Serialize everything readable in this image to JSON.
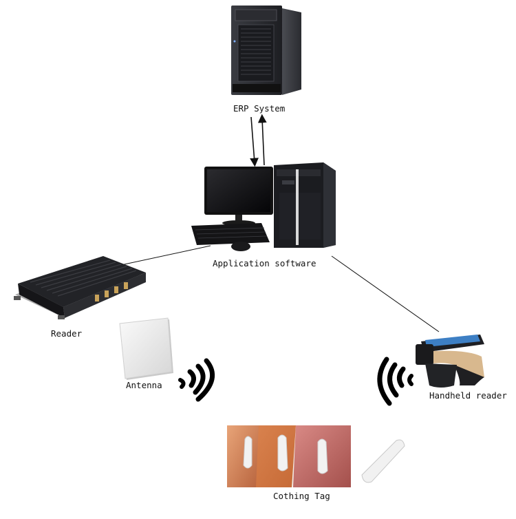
{
  "labels": {
    "erp": "ERP System",
    "app": "Application software",
    "reader": "Reader",
    "antenna": "Antenna",
    "handheld": "Handheld reader",
    "tag": "Cothing Tag"
  },
  "icons": {
    "erp": "server-tower-icon",
    "app": "desktop-computer-icon",
    "reader": "rfid-reader-icon",
    "antenna": "rfid-antenna-icon",
    "handheld": "handheld-scanner-icon",
    "tag": "clothing-tag-icon",
    "signal": "radio-wave-icon"
  },
  "colors": {
    "line": "#111111",
    "device_dark": "#1f1f22",
    "device_light": "#e9e9e9",
    "grip_tan": "#d8b88e"
  }
}
